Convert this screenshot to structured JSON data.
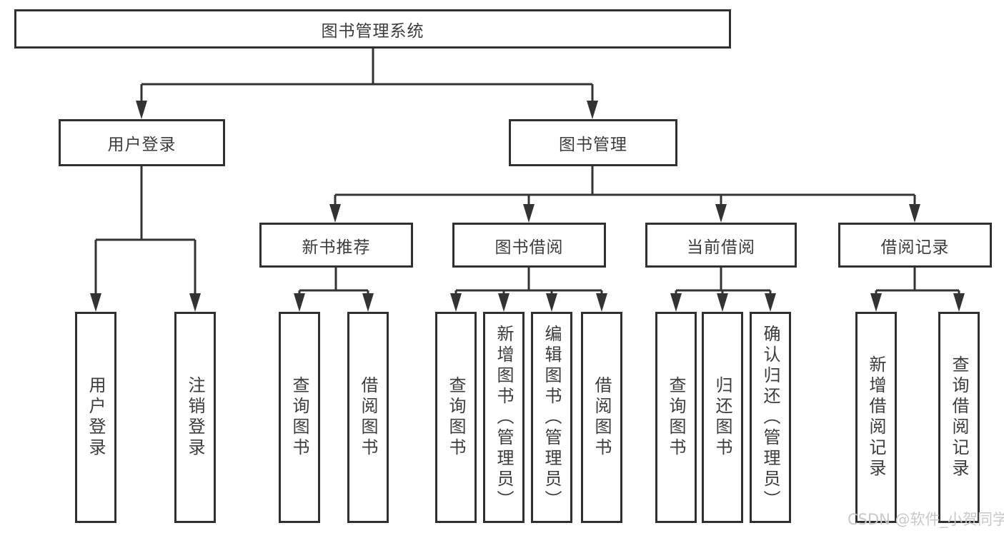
{
  "diagram": {
    "root": {
      "label": "图书管理系统"
    },
    "level2": [
      {
        "label": "用户登录"
      },
      {
        "label": "图书管理"
      }
    ],
    "level3": [
      {
        "label": "新书推荐"
      },
      {
        "label": "图书借阅"
      },
      {
        "label": "当前借阅"
      },
      {
        "label": "借阅记录"
      }
    ],
    "leaves": {
      "user_login": [
        "用户登录",
        "注销登录"
      ],
      "new_books": [
        "查询图书",
        "借阅图书"
      ],
      "book_borrow": [
        "查询图书",
        "新增图书（管理员）",
        "编辑图书（管理员）",
        "借阅图书"
      ],
      "current_borrow": [
        "查询图书",
        "归还图书",
        "确认归还（管理员）"
      ],
      "borrow_records": [
        "新增借阅记录",
        "查询借阅记录"
      ]
    }
  },
  "watermark": {
    "text": "CSDN @软件_小贺同学"
  },
  "colors": {
    "line": "#333333",
    "text": "#3c3c3c",
    "background": "#ffffff",
    "watermark": "#c8c8c8"
  }
}
